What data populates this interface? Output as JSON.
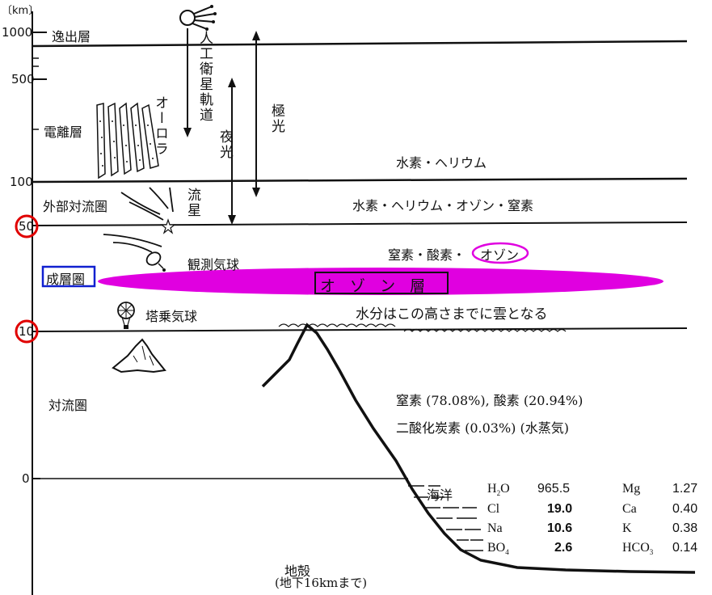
{
  "axis": {
    "unit": "〔km〕",
    "ticks": [
      {
        "id": "1000",
        "label": "1000"
      },
      {
        "id": "500",
        "label": "500"
      },
      {
        "id": "100",
        "label": "100"
      },
      {
        "id": "50",
        "label": "50"
      },
      {
        "id": "10",
        "label": "10"
      },
      {
        "id": "0",
        "label": "0"
      }
    ]
  },
  "layers": {
    "exosphere": "逸出層",
    "ionosphere": "電離層",
    "outer_convection": "外部対流圏",
    "stratosphere": "成層圏",
    "troposphere": "対流圏",
    "crust": "地殻",
    "crust_note": "(地下16kmまで)"
  },
  "phenomena": {
    "satellite_orbit": "人工衛星軌道",
    "aurora": "オーロラ",
    "night_glow": "夜光",
    "polar_light": "極光",
    "meteor": "流星",
    "observation_balloon": "観測気球",
    "manned_balloon": "塔乗気球",
    "ocean": "海洋"
  },
  "composition": {
    "high": "水素・ヘリウム",
    "mid": "水素・ヘリウム・オゾン・窒素",
    "strat_prefix": "窒素・酸素・",
    "strat_ozone": "オゾン",
    "ozone_layer": "オ ゾ ン 層",
    "cloud_note": "水分はこの高さまでに雲となる",
    "tropo_line1": "窒素 (78.08%), 酸素 (20.94%)",
    "tropo_line2": "二酸化炭素 (0.03%) (水蒸気)"
  },
  "ocean_table": [
    {
      "sym": "H2O",
      "sym_base": "H",
      "sub": "2",
      "sym_tail": "O",
      "val": "965.5",
      "sym2": "Mg",
      "val2": "1.27"
    },
    {
      "sym": "Cl",
      "sym_base": "Cl",
      "sub": "",
      "sym_tail": "",
      "val": "19.0",
      "sym2": "Ca",
      "val2": "0.40"
    },
    {
      "sym": "Na",
      "sym_base": "Na",
      "sub": "",
      "sym_tail": "",
      "val": "10.6",
      "sym2": "K",
      "val2": "0.38"
    },
    {
      "sym": "BO4",
      "sym_base": "BO",
      "sub": "4",
      "sym_tail": "",
      "val": "2.6",
      "sym2": "HCO3",
      "sym2_base": "HCO",
      "sym2_sub": "3",
      "val2": "0.14"
    }
  ],
  "colors": {
    "ozone_band": "#e000e0",
    "highlight_circle": "#e00000",
    "stratosphere_box": "#1020d0",
    "line": "#111111"
  },
  "icons": [
    "satellite-icon",
    "meteor-star-icon",
    "observation-balloon-icon",
    "manned-balloon-icon",
    "mountain-icon",
    "aurora-curtain-icon"
  ]
}
